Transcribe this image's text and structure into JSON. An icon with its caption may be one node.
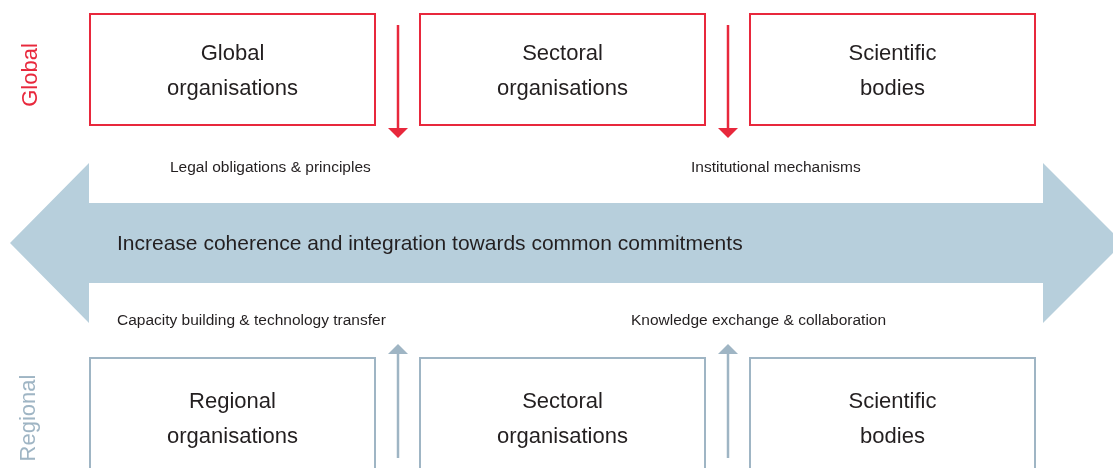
{
  "diagram": {
    "nodes": [
      {
        "text": [
          "Global organisations"
        ]
      },
      {
        "text": [
          "Sectoral organisations"
        ]
      },
      {
        "text": [
          "Scientific bodies"
        ]
      },
      {
        "text": [
          "Increase coherence and integration towards common commitments"
        ]
      },
      {
        "text": [
          "Regional organisations"
        ]
      },
      {
        "text": [
          "Sectoral organisations"
        ]
      },
      {
        "text": [
          "Scientific bodies"
        ]
      }
    ],
    "edges": [],
    "labels": [
      "Global",
      "Regional",
      "Legal obligations & principles",
      "Institutional mechanisms",
      "Capacity building & technology transfer",
      "Knowledge exchange & collaboration"
    ]
  }
}
